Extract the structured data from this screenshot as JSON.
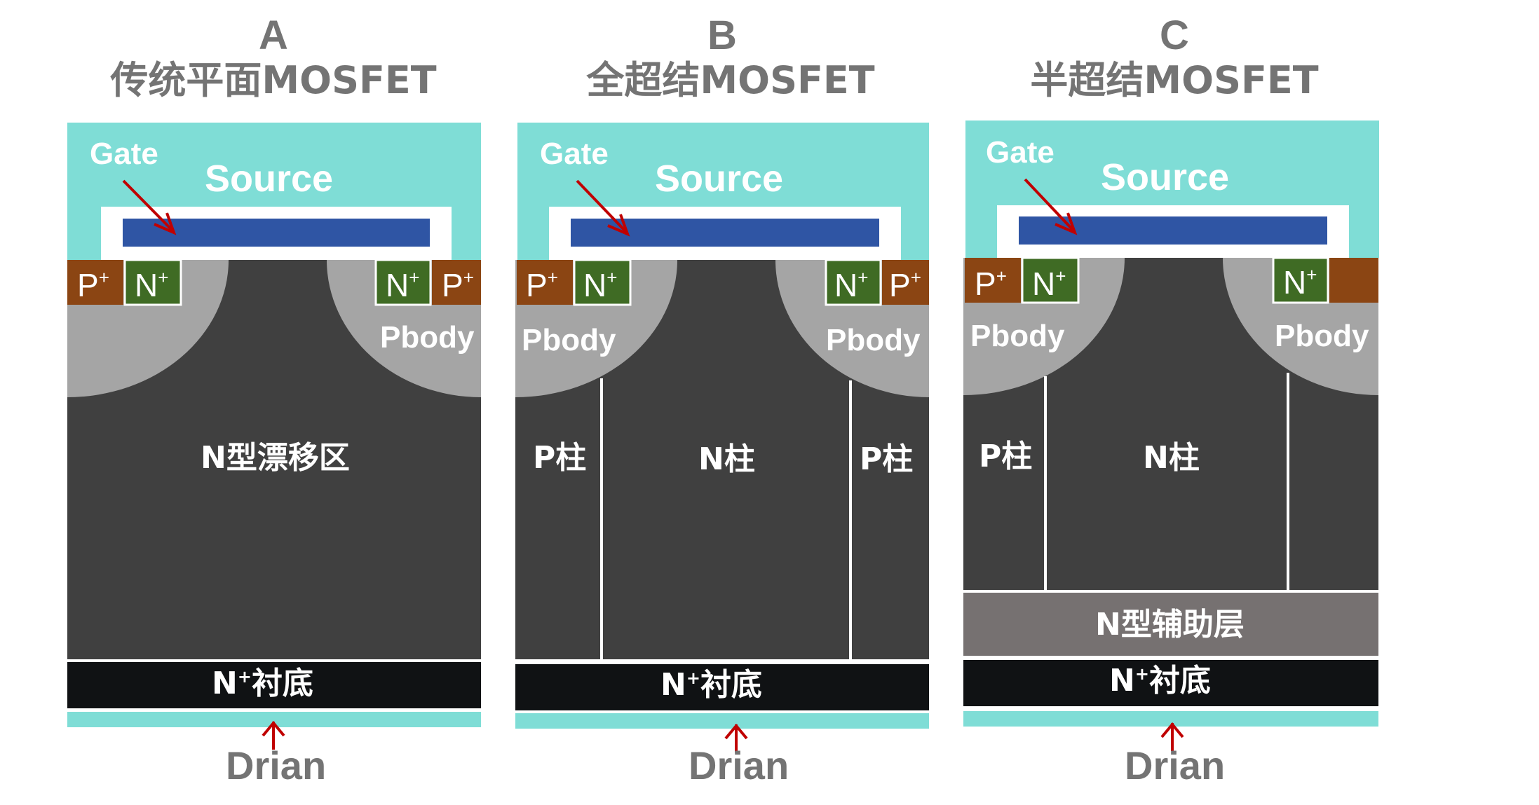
{
  "panels": [
    {
      "letter": "A",
      "title": "传统平面MOSFET",
      "gate": "Gate",
      "source": "Source",
      "left_p": {
        "base": "P",
        "sup": "+"
      },
      "left_n": {
        "base": "N",
        "sup": "+"
      },
      "right_n": {
        "base": "N",
        "sup": "+"
      },
      "right_p": {
        "base": "P",
        "sup": "+"
      },
      "pbody_right": "Pbody",
      "drift": "N型漂移区",
      "substrate": {
        "sup": "+",
        "base": "N",
        "rest": "衬底"
      },
      "drain": "Drian"
    },
    {
      "letter": "B",
      "title": "全超结MOSFET",
      "gate": "Gate",
      "source": "Source",
      "left_p": {
        "base": "P",
        "sup": "+"
      },
      "left_n": {
        "base": "N",
        "sup": "+"
      },
      "right_n": {
        "base": "N",
        "sup": "+"
      },
      "right_p": {
        "base": "P",
        "sup": "+"
      },
      "pbody_left": "Pbody",
      "pbody_right": "Pbody",
      "p_pillar_left": "P柱",
      "n_pillar": "N柱",
      "p_pillar_right": "P柱",
      "substrate": {
        "sup": "+",
        "base": "N",
        "rest": "衬底"
      },
      "drain": "Drian"
    },
    {
      "letter": "C",
      "title": "半超结MOSFET",
      "gate": "Gate",
      "source": "Source",
      "left_p": {
        "base": "P",
        "sup": "+"
      },
      "left_n": {
        "base": "N",
        "sup": "+"
      },
      "right_n": {
        "base": "N",
        "sup": "+"
      },
      "pbody_left": "Pbody",
      "pbody_right": "Pbody",
      "p_pillar_left": "P柱",
      "n_pillar": "N柱",
      "assist_layer": "N型辅助层",
      "substrate": {
        "sup": "+",
        "base": "N",
        "rest": "衬底"
      },
      "drain": "Drian"
    }
  ],
  "colors": {
    "source_metal": "#7fddd6",
    "gate_poly": "#2f55a4",
    "gate_oxide": "#ffffff",
    "p_plus": "#8b4513",
    "n_plus": "#3f6b24",
    "pbody": "#a5a5a5",
    "drift": "#404040",
    "assist_layer": "#767171",
    "substrate": "#101214",
    "arrow": "#c00000",
    "title_text": "#747474"
  }
}
